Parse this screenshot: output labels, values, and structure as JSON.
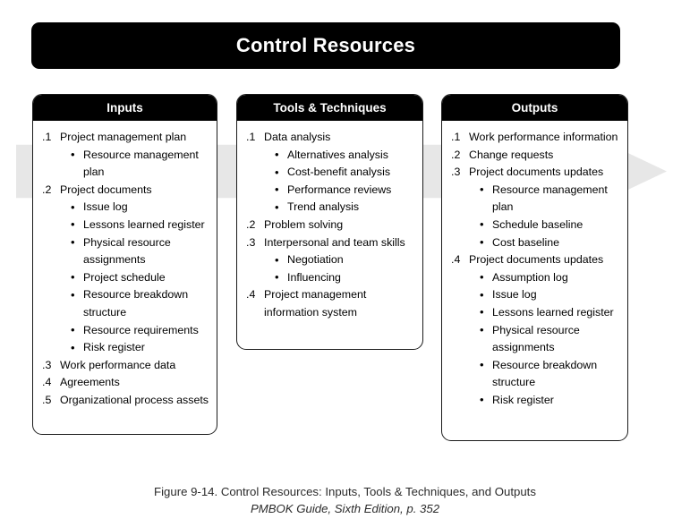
{
  "figure": {
    "process_title": "Control Resources",
    "caption_line_1": "Figure 9-14. Control Resources: Inputs, Tools & Techniques, and Outputs",
    "caption_line_2": "PMBOK Guide, Sixth Edition, p. 352",
    "colors": {
      "header_fill": "#000000",
      "header_text": "#FFFFFF",
      "arrow_fill": "#E7E7E7",
      "box_border": "#1A1A1A",
      "page_background": "#FFFFFF"
    }
  },
  "columns": [
    {
      "id": "inputs",
      "header": "Inputs",
      "items": [
        {
          "number": ".1",
          "text": "Project management plan",
          "bullets": [
            "Resource management plan"
          ]
        },
        {
          "number": ".2",
          "text": "Project documents",
          "bullets": [
            "Issue log",
            "Lessons learned register",
            "Physical resource assignments",
            "Project schedule",
            "Resource breakdown structure",
            "Resource requirements",
            "Risk register"
          ]
        },
        {
          "number": ".3",
          "text": "Work performance data",
          "bullets": []
        },
        {
          "number": ".4",
          "text": "Agreements",
          "bullets": []
        },
        {
          "number": ".5",
          "text": "Organizational process assets",
          "bullets": []
        }
      ]
    },
    {
      "id": "tools",
      "header": "Tools & Techniques",
      "items": [
        {
          "number": ".1",
          "text": "Data analysis",
          "bullets": [
            "Alternatives analysis",
            "Cost-benefit analysis",
            "Performance reviews",
            "Trend analysis"
          ]
        },
        {
          "number": ".2",
          "text": "Problem solving",
          "bullets": []
        },
        {
          "number": ".3",
          "text": "Interpersonal and team skills",
          "bullets": [
            "Negotiation",
            "Influencing"
          ]
        },
        {
          "number": ".4",
          "text": "Project management information system",
          "bullets": []
        }
      ]
    },
    {
      "id": "outputs",
      "header": "Outputs",
      "items": [
        {
          "number": ".1",
          "text": "Work performance information",
          "bullets": []
        },
        {
          "number": ".2",
          "text": "Change requests",
          "bullets": []
        },
        {
          "number": ".3",
          "text": "Project documents updates",
          "bullets": [
            "Resource management plan",
            "Schedule baseline",
            "Cost baseline"
          ]
        },
        {
          "number": ".4",
          "text": "Project documents updates",
          "bullets": [
            "Assumption log",
            "Issue log",
            "Lessons learned register",
            "Physical resource assignments",
            "Resource breakdown structure",
            "Risk register"
          ]
        }
      ]
    }
  ]
}
